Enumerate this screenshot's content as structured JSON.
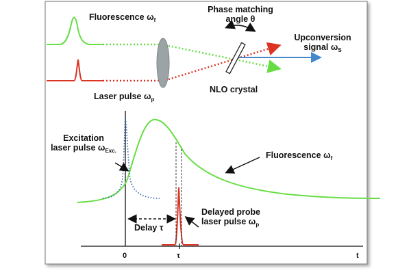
{
  "labels": {
    "fluorescence_top": {
      "main": "Fluorescence ω",
      "sub": "f"
    },
    "phase_matching_line1": "Phase matching",
    "phase_matching_line2": "angle θ",
    "upconversion_line1": "Upconversion",
    "upconversion_line2": {
      "main": "signal ω",
      "sub": "S"
    },
    "nlo_crystal": "NLO crystal",
    "laser_pulse": {
      "main": "Laser pulse ω",
      "sub": "p"
    },
    "excitation_line1": "Excitation",
    "excitation_line2": {
      "main": "laser pulse ω",
      "sub": "Exc."
    },
    "fluorescence_plot": {
      "main": "Fluorescence ω",
      "sub": "f"
    },
    "delay": "Delay τ",
    "delayed_probe_line1": "Delayed probe",
    "delayed_probe_line2": {
      "main": "laser pulse ω",
      "sub": "p"
    }
  },
  "ticks": {
    "zero": "0",
    "tau": "τ",
    "t": "t"
  },
  "colors": {
    "fluorescence": "#66dd44",
    "laser": "#dd3322",
    "excitation": "#3366aa",
    "signal": "#4488cc",
    "lens": "#9ca3a6",
    "frame": "#888888"
  }
}
